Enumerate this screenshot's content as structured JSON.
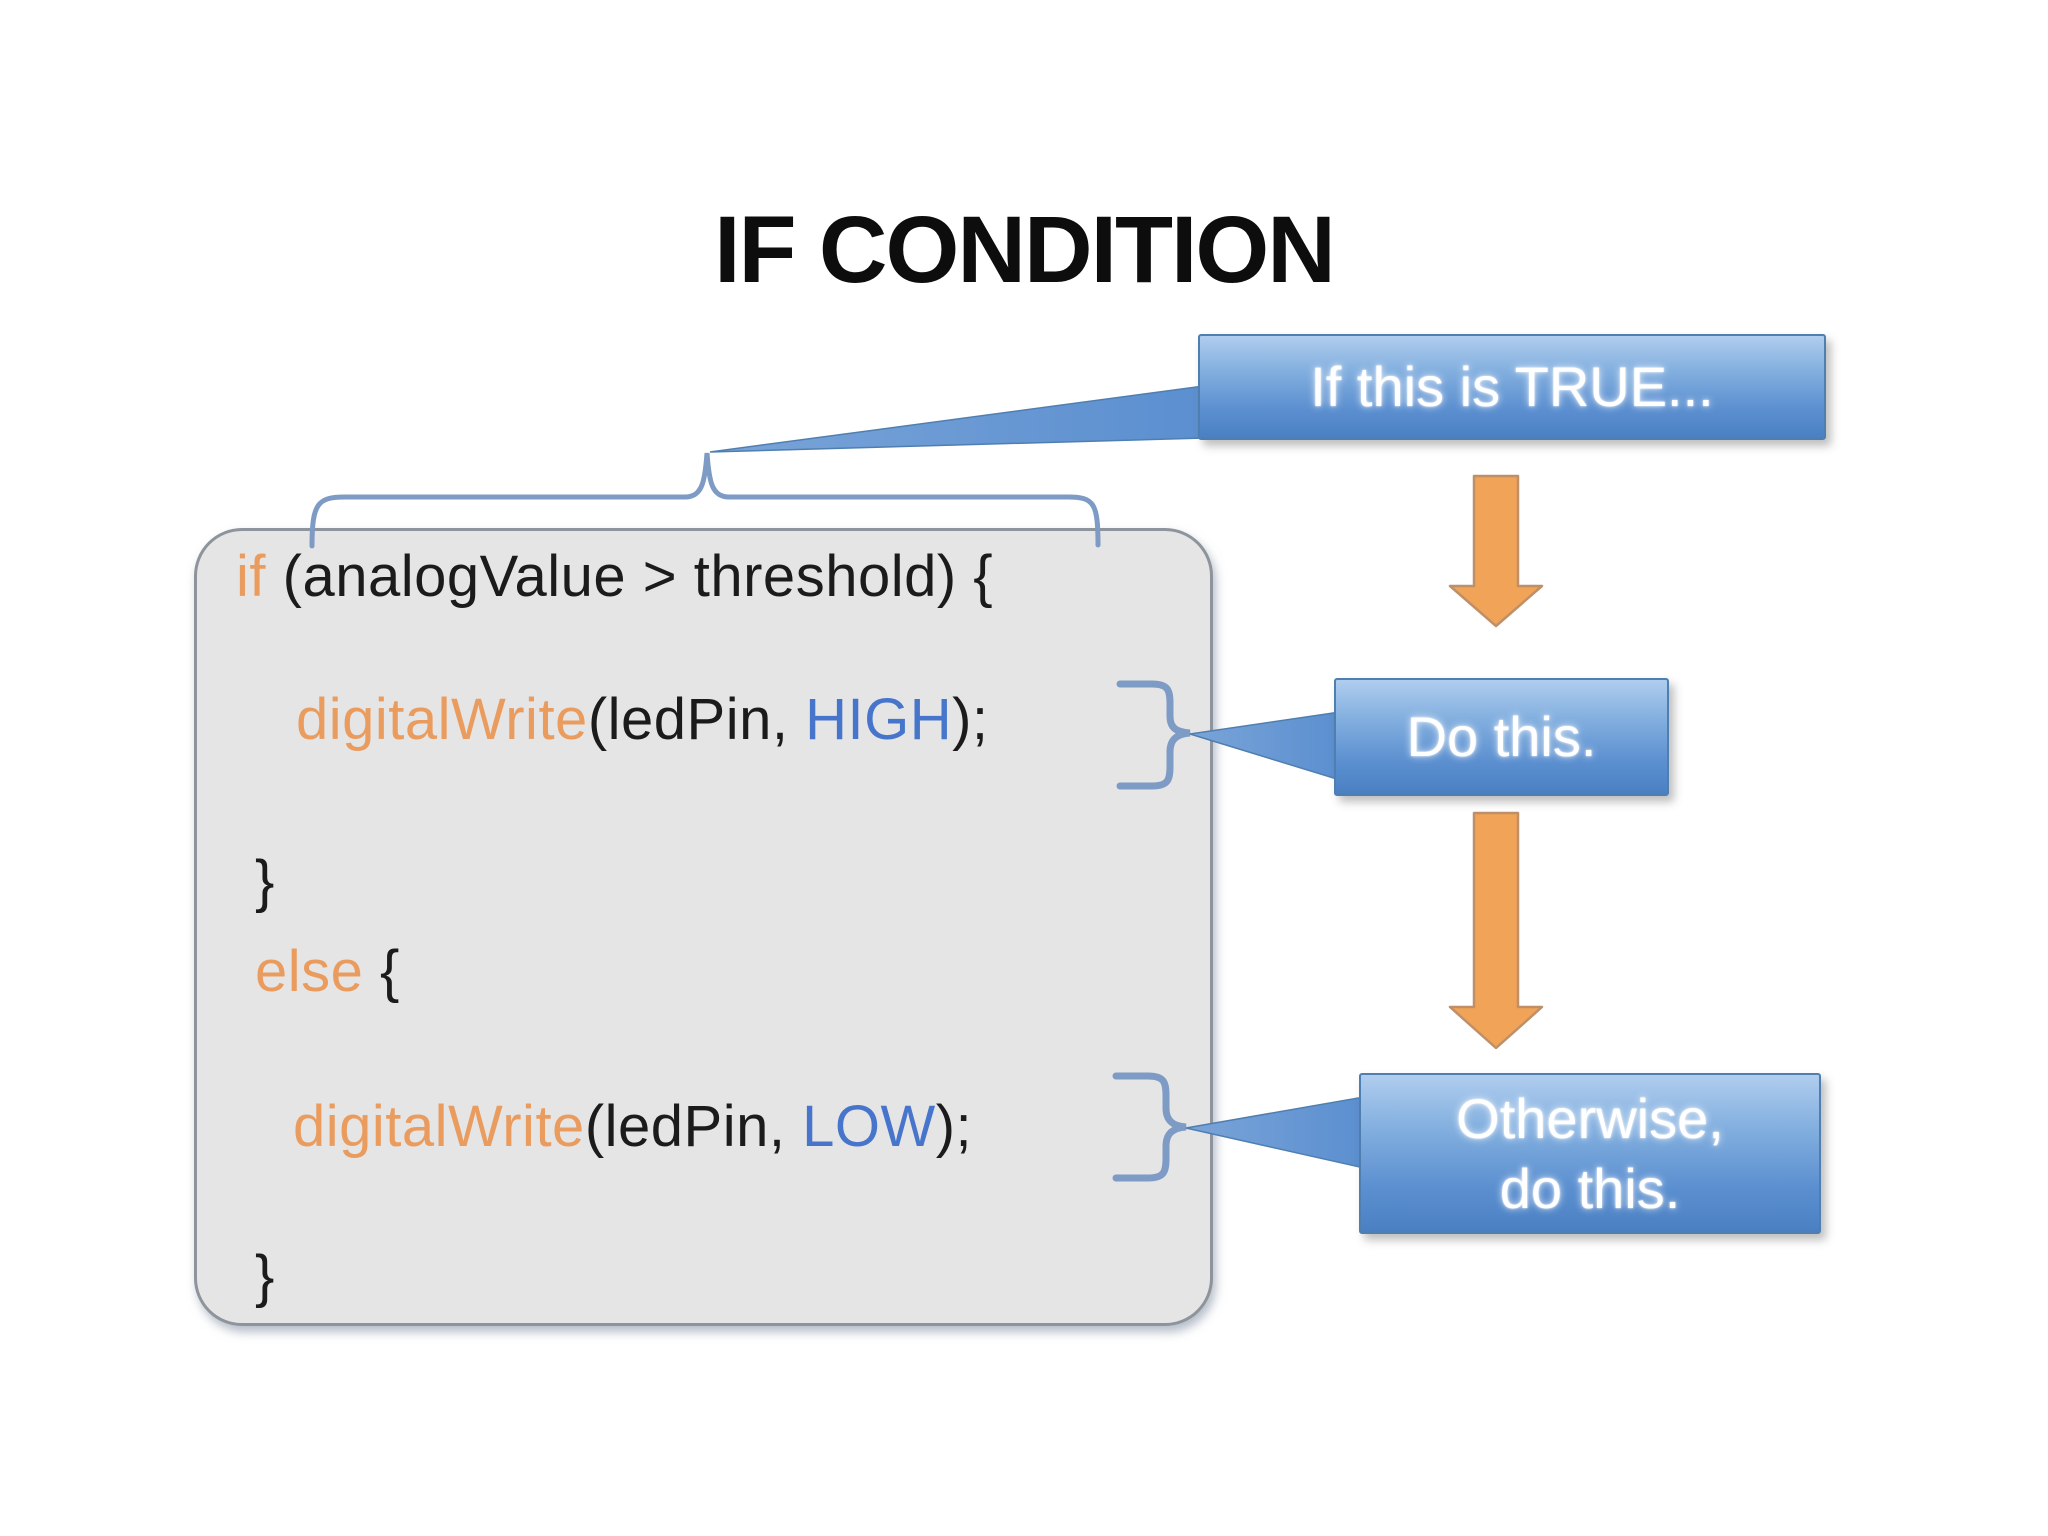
{
  "title": "IF CONDITION",
  "code": {
    "lines": [
      {
        "segments": [
          {
            "type": "keyword",
            "text": "if "
          },
          {
            "type": "plain",
            "text": "(analogValue > threshold) {"
          }
        ]
      },
      {
        "segments": [
          {
            "type": "keyword",
            "text": "digitalWrite"
          },
          {
            "type": "plain",
            "text": "(ledPin, "
          },
          {
            "type": "constant",
            "text": "HIGH"
          },
          {
            "type": "plain",
            "text": ");"
          }
        ]
      },
      {
        "segments": [
          {
            "type": "plain",
            "text": "}"
          }
        ]
      },
      {
        "segments": [
          {
            "type": "keyword",
            "text": "else "
          },
          {
            "type": "plain",
            "text": "{"
          }
        ]
      },
      {
        "segments": [
          {
            "type": "keyword",
            "text": "digitalWrite"
          },
          {
            "type": "plain",
            "text": "(ledPin, "
          },
          {
            "type": "constant",
            "text": "LOW"
          },
          {
            "type": "plain",
            "text": ");"
          }
        ]
      },
      {
        "segments": [
          {
            "type": "plain",
            "text": "}"
          }
        ]
      }
    ]
  },
  "callouts": {
    "true_box": {
      "label": "If this is TRUE..."
    },
    "do_box": {
      "label": "Do this."
    },
    "otherwise_box": {
      "line1": "Otherwise,",
      "line2": "do this."
    }
  },
  "icons": {
    "condition_brace": "horizontal-curly-brace-icon",
    "high_statement_bracket": "right-curly-bracket-icon",
    "low_statement_bracket": "right-curly-bracket-icon",
    "arrow_true_to_do": "orange-down-arrow-icon",
    "arrow_do_to_otherwise": "orange-down-arrow-icon"
  },
  "colors": {
    "background": "#ffffff",
    "title_text": "#0d0d0d",
    "code_box_bg": "#e5e5e6",
    "code_box_border": "#8e949b",
    "code_text": "#1b1b1b",
    "code_keyword_orange": "#ea9c5e",
    "code_constant_blue": "#4775cc",
    "connector_slate_blue": "#7d9bc4",
    "callout_gradient_top": "#b0cdee",
    "callout_gradient_bottom": "#4a80c2",
    "callout_border": "#4f7fb0",
    "callout_text": "#ffffff",
    "arrow_fill": "#f1a357",
    "arrow_border": "#bf9068"
  }
}
